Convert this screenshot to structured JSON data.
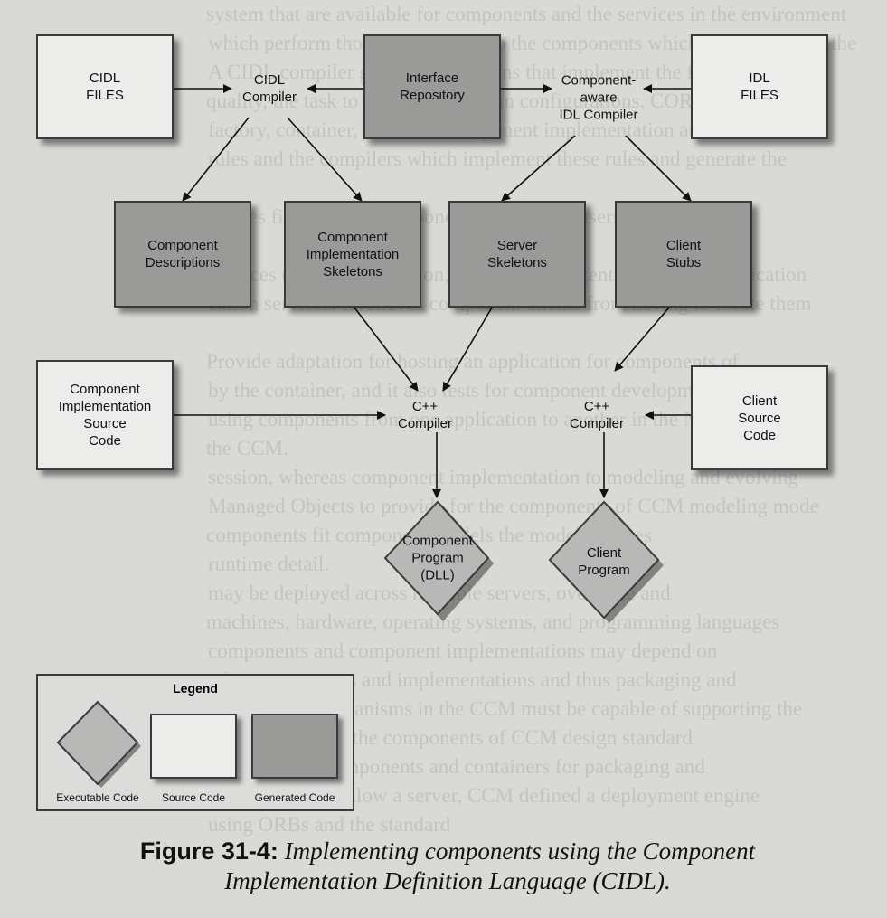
{
  "background_text": [
    "system that are available for components and the services in the environment",
    "which perform those tasks, and also the components which are required as the",
    "A CIDL compiler generates skeletons that implement the features of the",
    "quality, the task to implement certain configurations. CORBA approach",
    "factory, container, and other component implementation and execution",
    "rules and the compilers which implement these rules and generate the",
    "",
    "creates fine-grained components and allows users to preserve",
    "",
    "Services (CCM) Transaction, Security, Persistent State, and Notification",
    "cation services. It relieves component clients from having to locate them",
    "",
    "Provide adaptation for hosting an application for components of",
    "by the container, and it also tests for component developments",
    "using components from one application to another in the Notification",
    "the CCM.",
    "session, whereas component implementation to modeling and evolving",
    "Managed Objects to provide for the components of CCM modeling mode",
    "components fit component models the model features",
    "runtime detail.",
    "may be deployed across multiple servers, over time and",
    "machines, hardware, operating systems, and programming languages",
    "components and component implementations may depend on",
    "other components and implementations and thus packaging and",
    "deployment mechanisms in the CCM must be capable of supporting the",
    "earlier as well as the components of CCM design standard",
    "interfaces for components and containers for packaging and",
    "deployment. To allow a server, CCM defined a deployment engine",
    "using ORBs and the standard"
  ],
  "diagram": {
    "cidl_files": "CIDL\nFILES",
    "cidl_compiler": "CIDL\nCompiler",
    "interface_repository": "Interface\nRepository",
    "component_aware_idl_compiler": "Component-\naware\nIDL Compiler",
    "idl_files": "IDL\nFILES",
    "component_descriptions": "Component\nDescriptions",
    "component_implementation_skeletons": "Component\nImplementation\nSkeletons",
    "server_skeletons": "Server\nSkeletons",
    "client_stubs": "Client\nStubs",
    "component_implementation_source_code": "Component\nImplementation\nSource\nCode",
    "cpp_compiler_left": "C++\nCompiler",
    "cpp_compiler_right": "C++\nCompiler",
    "client_source_code": "Client\nSource\nCode",
    "component_program": "Component\nProgram\n(DLL)",
    "client_program": "Client\nProgram"
  },
  "legend": {
    "title": "Legend",
    "executable": "Executable Code",
    "source": "Source Code",
    "generated": "Generated Code"
  },
  "caption": {
    "label": "Figure 31-4:",
    "text_line1": "Implementing components using the Component",
    "text_line2": "Implementation Definition Language (CIDL)."
  },
  "colors": {
    "source_box": "#ececea",
    "generated_box": "#9a9a98",
    "executable_diamond": "#b8b8b6",
    "page": "#d9d9d6"
  }
}
